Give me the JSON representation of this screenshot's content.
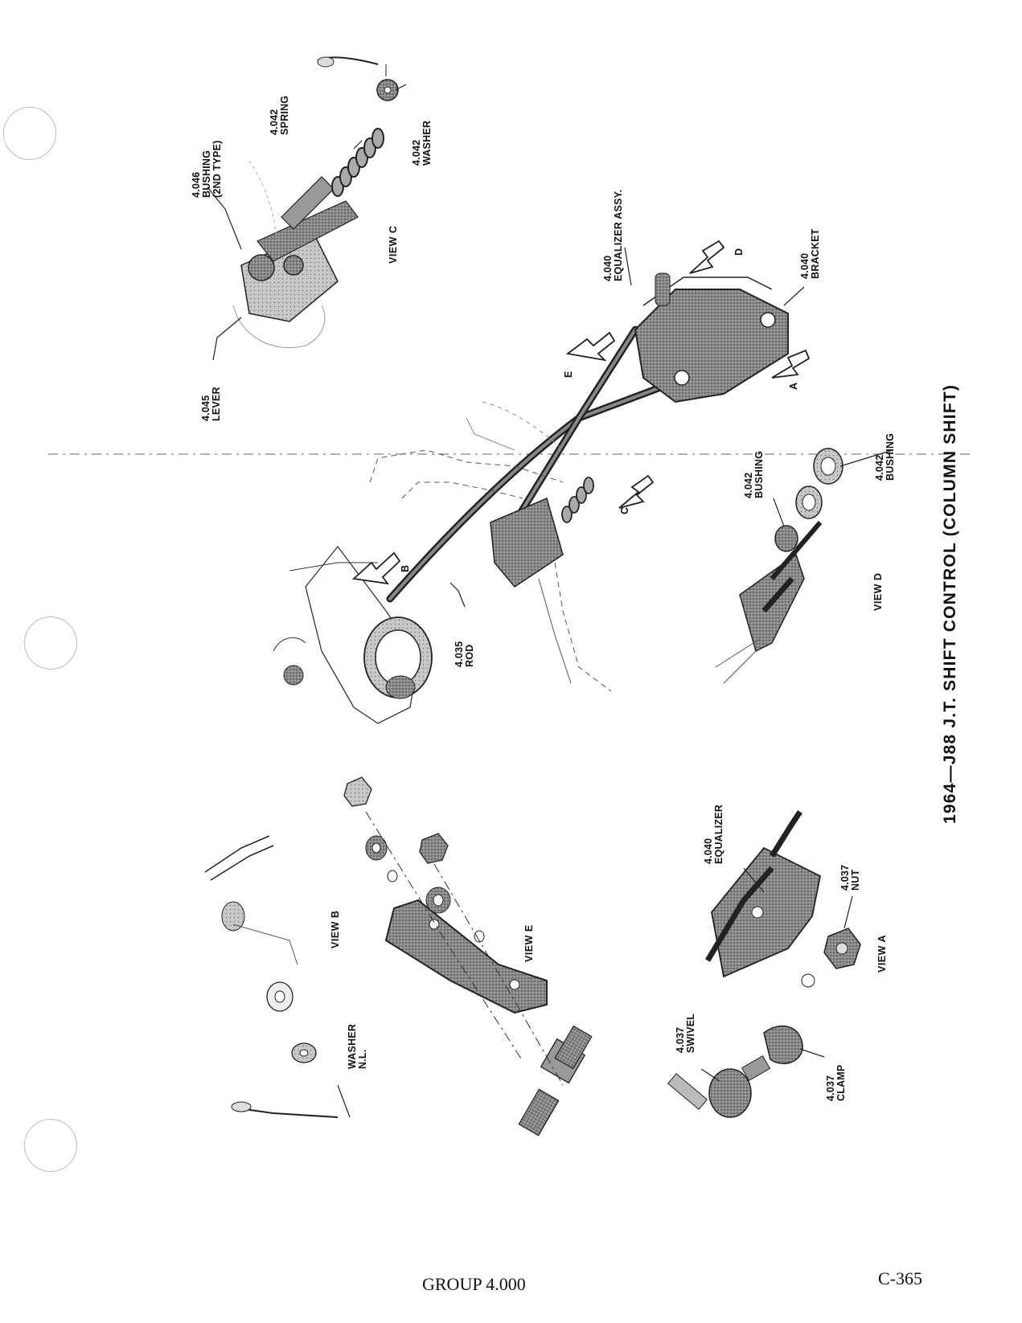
{
  "title": "1964—J88 J.T. SHIFT CONTROL (COLUMN SHIFT)",
  "views": {
    "a": "VIEW A",
    "b": "VIEW B",
    "c": "VIEW C",
    "d": "VIEW D",
    "e": "VIEW E"
  },
  "arrows": {
    "a": "A",
    "b": "B",
    "c": "C",
    "d": "D",
    "e": "E"
  },
  "labels": {
    "bushing_2nd_type": {
      "number": "4.046",
      "name": "BUSHING",
      "note": "(2ND TYPE)"
    },
    "spring": {
      "number": "4.042",
      "name": "SPRING"
    },
    "washer_c": {
      "number": "4.042",
      "name": "WASHER"
    },
    "lever": {
      "number": "4.045",
      "name": "LEVER"
    },
    "equalizer_assy": {
      "number": "4.040",
      "name": "EQUALIZER ASSY."
    },
    "bracket": {
      "number": "4.040",
      "name": "BRACKET"
    },
    "bushing_d_left": {
      "number": "4.042",
      "name": "BUSHING"
    },
    "bushing_d_right": {
      "number": "4.042",
      "name": "BUSHING"
    },
    "rod": {
      "number": "4.035",
      "name": "ROD"
    },
    "equalizer": {
      "number": "4.040",
      "name": "EQUALIZER"
    },
    "nut": {
      "number": "4.037",
      "name": "NUT"
    },
    "swivel": {
      "number": "4.037",
      "name": "SWIVEL"
    },
    "clamp": {
      "number": "4.037",
      "name": "CLAMP"
    },
    "washer_b": {
      "name": "WASHER",
      "note": "N.L."
    }
  },
  "footer": {
    "group": "GROUP 4.000",
    "page": "C-365"
  }
}
